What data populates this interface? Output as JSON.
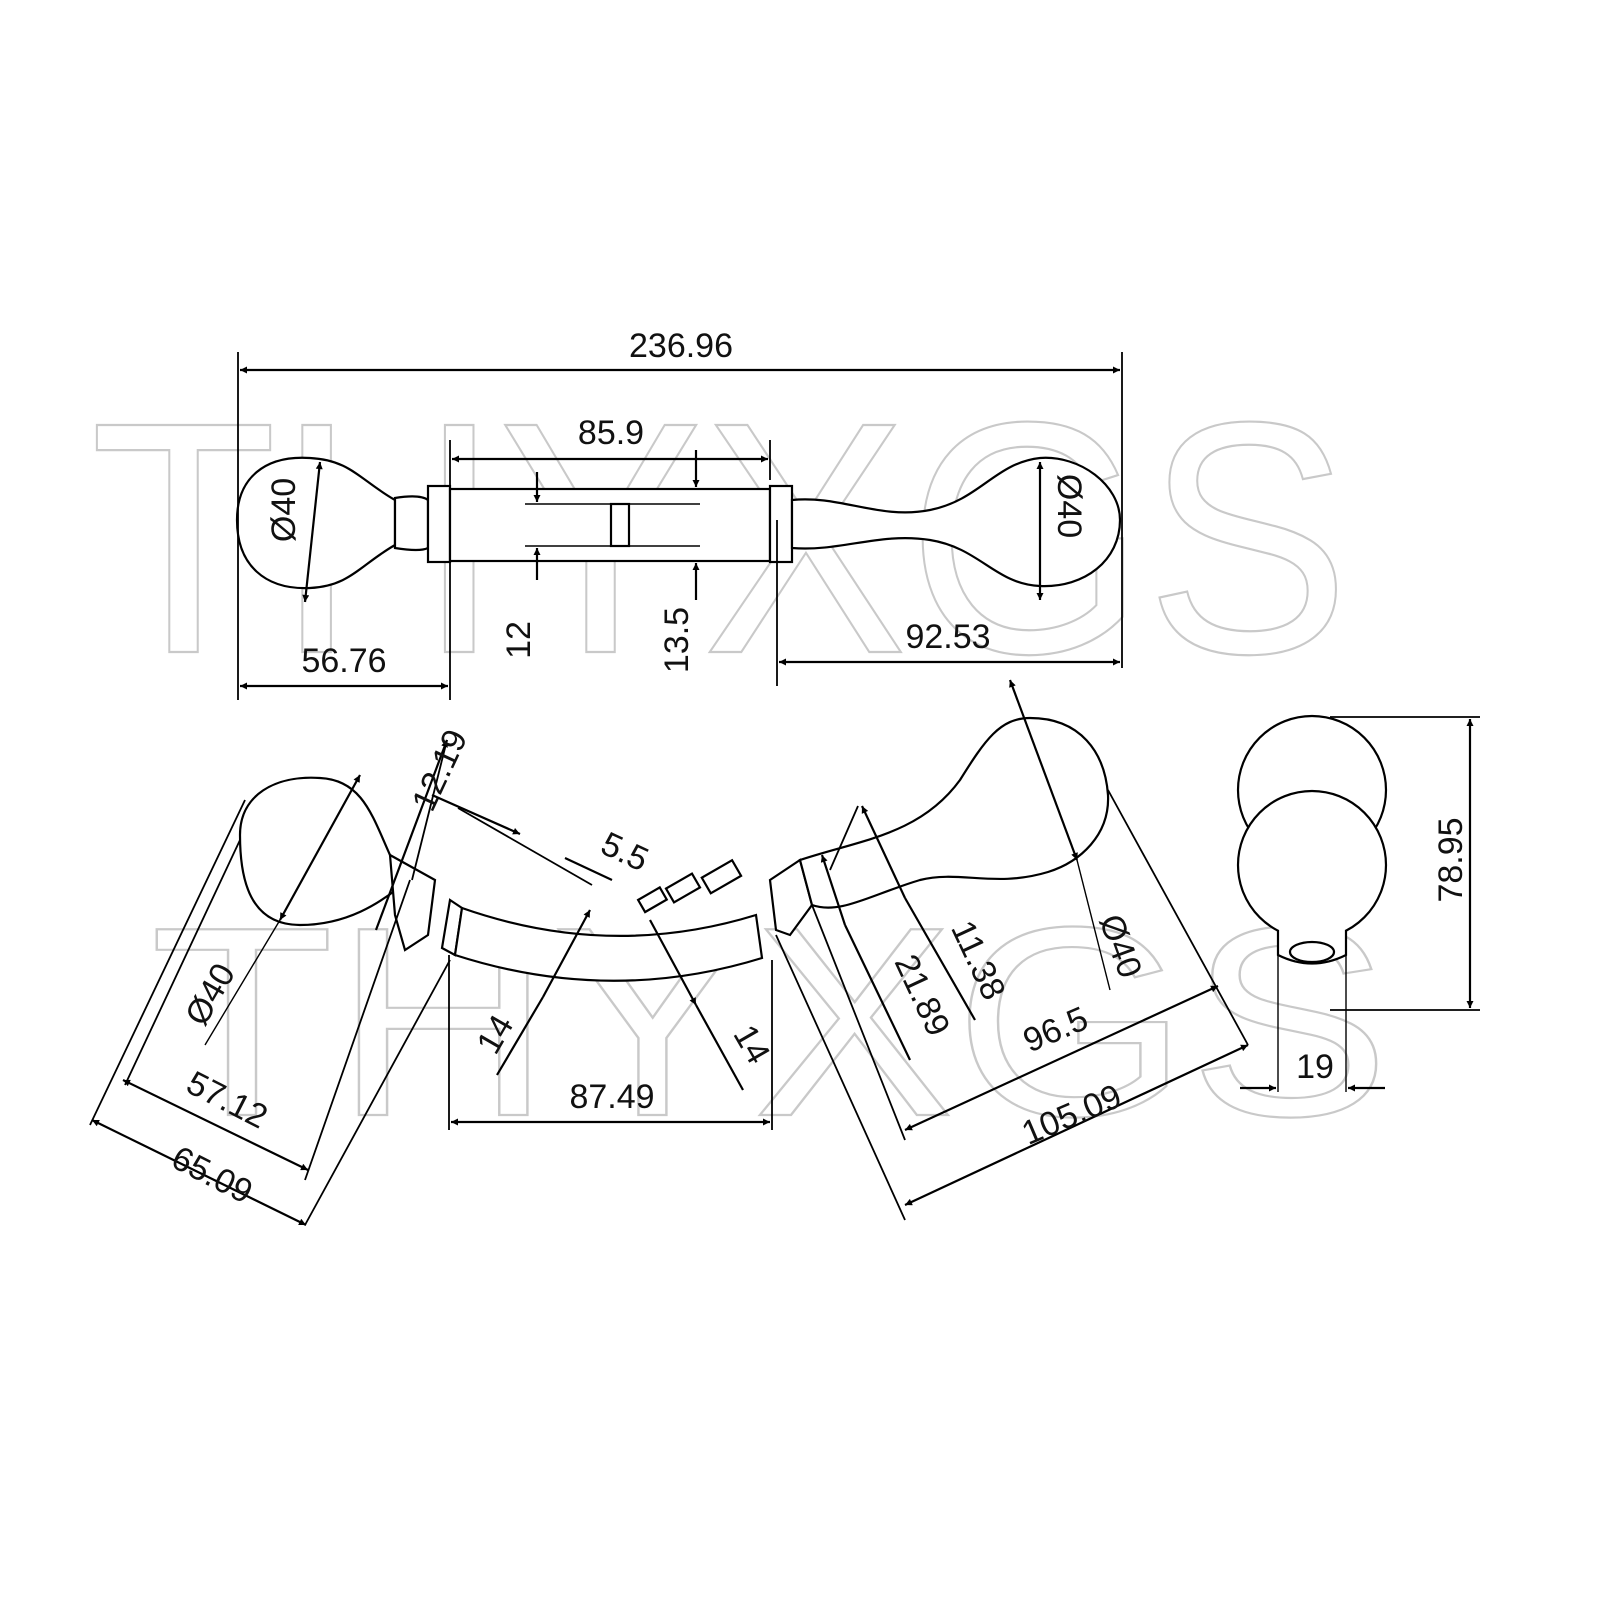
{
  "watermark": "THYXGS",
  "top_view": {
    "overall_length": "236.96",
    "center_length": "85.9",
    "left_knob_diameter": "Ø40",
    "right_knob_diameter": "Ø40",
    "left_offset": "56.76",
    "right_offset": "92.53",
    "slot_width": "12",
    "body_height": "13.5"
  },
  "bottom_view": {
    "left_knob_diameter": "Ø40",
    "right_knob_diameter": "Ø40",
    "neck_width": "12.19",
    "collar_width": "5.5",
    "left_inner_length": "57.12",
    "left_outer_length": "65.09",
    "bar_thickness_left": "14",
    "bar_thickness_right": "14",
    "center_length": "87.49",
    "right_neck_width": "11.38",
    "right_collar_width": "21.89",
    "right_inner_length": "96.5",
    "right_outer_length": "105.09"
  },
  "side_view": {
    "height": "78.95",
    "stem_width": "19"
  }
}
